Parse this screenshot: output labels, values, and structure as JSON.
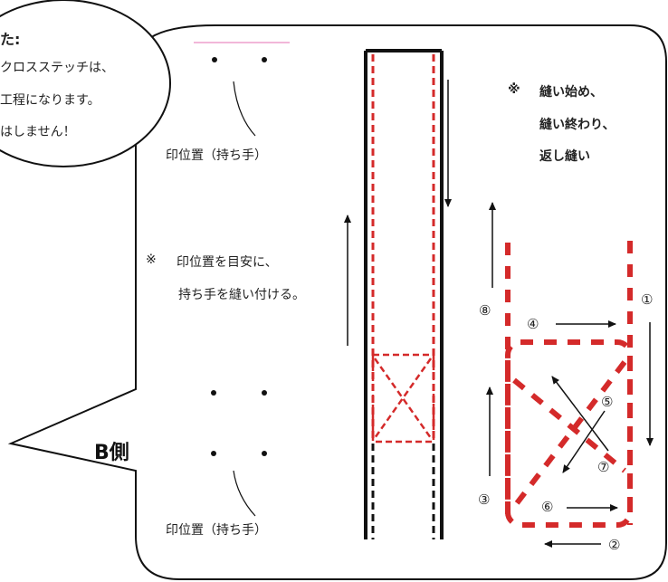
{
  "bubble": {
    "heading_fragment": "た:",
    "line1": "クロスステッチは、",
    "line2": "工程になります。",
    "line3": "はしません！"
  },
  "mark_position_top": "印位置（持ち手）",
  "mark_position_bottom": "印位置（持ち手）",
  "note_left": {
    "mark": "※",
    "line1": "印位置を目安に、",
    "line2": "持ち手を縫い付ける。"
  },
  "note_right": {
    "mark": "※",
    "line1": "縫い始め、",
    "line2": "縫い終わり、",
    "line3": "返し縫い"
  },
  "side_label": "B側",
  "step_numbers": {
    "s1": "①",
    "s2": "②",
    "s3": "③",
    "s4": "④",
    "s5": "⑤",
    "s6": "⑥",
    "s7": "⑦",
    "s8": "⑧"
  },
  "colors": {
    "stitch_red": "#d42a2a",
    "outline": "#111111",
    "pink_line": "#f2b7d9"
  }
}
